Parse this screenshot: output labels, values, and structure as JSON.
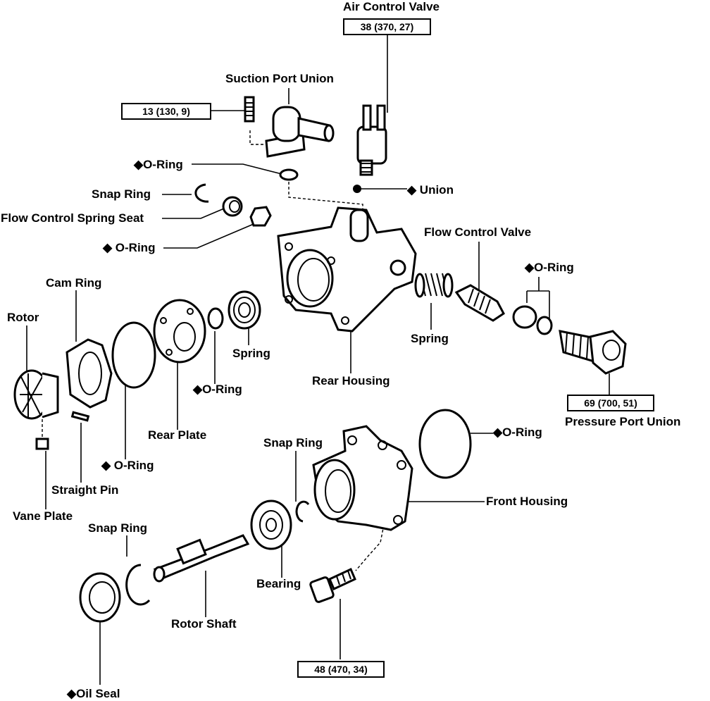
{
  "labels": {
    "air_control_valve": "Air Control Valve",
    "suction_port_union": "Suction Port Union",
    "o_ring_top": "◆O-Ring",
    "union": "◆ Union",
    "snap_ring_top": "Snap Ring",
    "flow_control_spring_seat": "Flow Control Spring Seat",
    "o_ring_left": "◆ O-Ring",
    "flow_control_valve": "Flow Control Valve",
    "o_ring_right": "◆O-Ring",
    "cam_ring": "Cam Ring",
    "rotor": "Rotor",
    "spring_mid": "Spring",
    "o_ring_mid": "◆O-Ring",
    "rear_housing": "Rear Housing",
    "spring_right": "Spring",
    "pressure_port_union": "Pressure Port Union",
    "rear_plate": "Rear Plate",
    "o_ring_cam": "◆ O-Ring",
    "straight_pin": "Straight Pin",
    "vane_plate": "Vane Plate",
    "snap_ring_mid": "Snap Ring",
    "o_ring_front": "◆O-Ring",
    "front_housing": "Front Housing",
    "snap_ring_low": "Snap Ring",
    "bearing": "Bearing",
    "rotor_shaft": "Rotor Shaft",
    "oil_seal": "◆Oil Seal"
  },
  "torque_specs": {
    "air_control_valve": "38 (370, 27)",
    "suction_port_union": "13 (130, 9)",
    "pressure_port_union": "69 (700, 51)",
    "front_housing_bolt": "48 (470, 34)"
  }
}
